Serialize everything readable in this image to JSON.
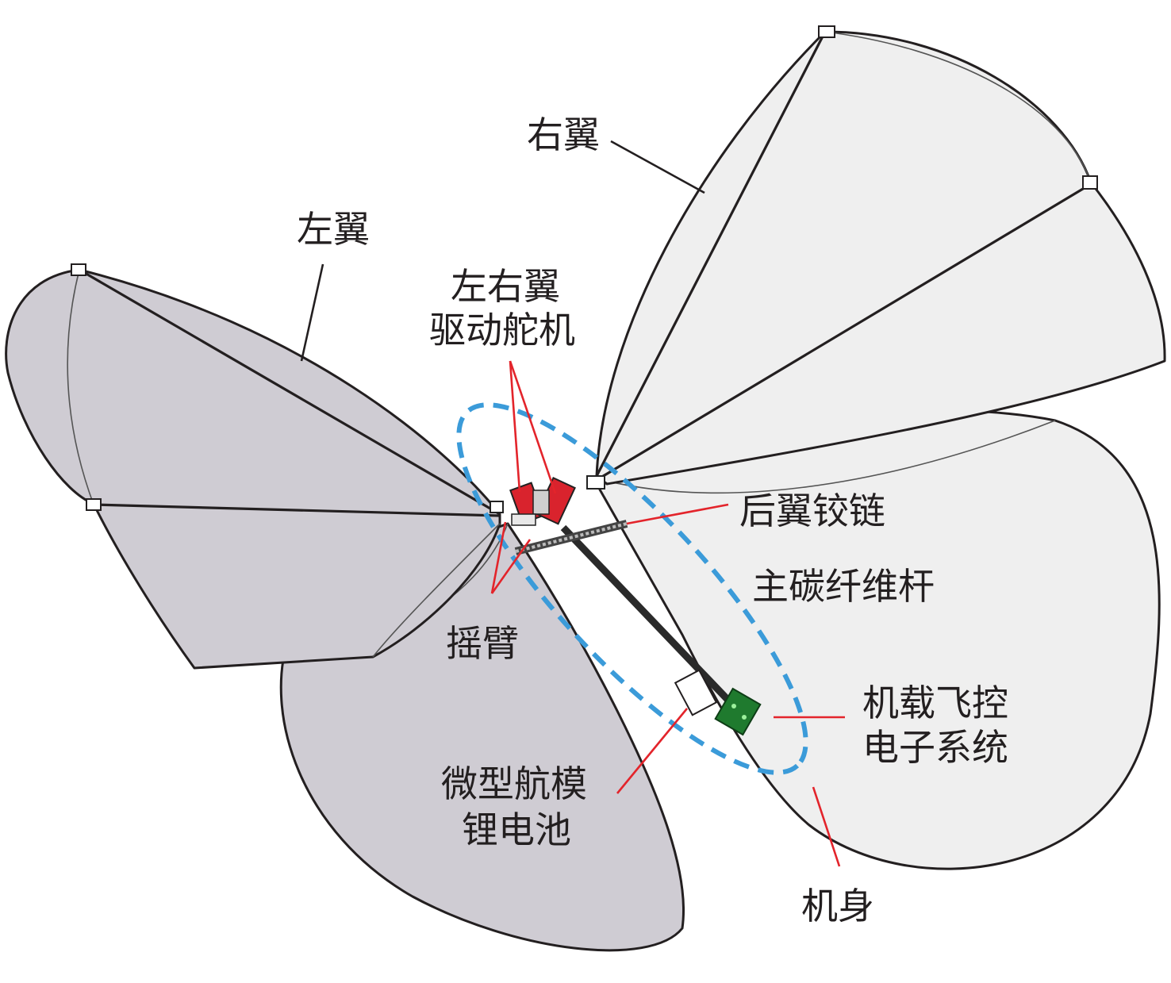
{
  "labels": {
    "left_wing": "左翼",
    "right_wing": "右翼",
    "servo_line1": "左右翼",
    "servo_line2": "驱动舵机",
    "hinge": "后翼铰链",
    "rod": "主碳纤维杆",
    "rocker": "摇臂",
    "avionics_line1": "机载飞控",
    "avionics_line2": "电子系统",
    "battery_line1": "微型航模",
    "battery_line2": "锂电池",
    "body": "机身"
  },
  "colors": {
    "left_wing_fill": "#cfccd3",
    "right_wing_fill": "#efefef",
    "outline": "#231f20",
    "leader_red": "#e3242b",
    "body_outline_dashed": "#3b9bd9",
    "servo": "#d9232d",
    "circuit_board": "#1f7a2e"
  }
}
